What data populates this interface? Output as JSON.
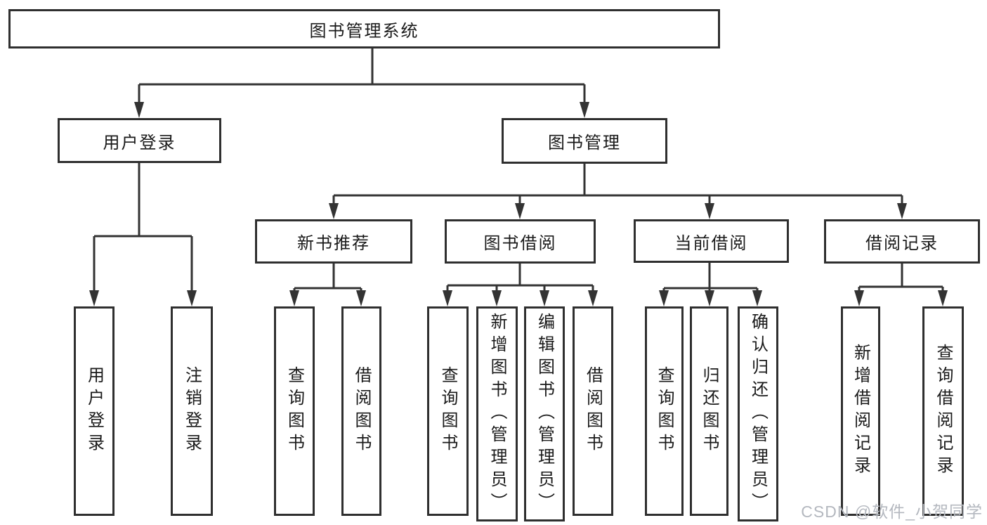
{
  "watermark": "CSDN @软件_小贺同学",
  "colors": {
    "line": "#333333",
    "box_border": "#2f2f2f",
    "text": "#1a1a1a",
    "watermark": "#b4b8bf",
    "background": "#ffffff"
  },
  "diagram": {
    "root": "图书管理系统",
    "level2": [
      {
        "id": "user-login",
        "label": "用户登录",
        "children": [
          "用户登录",
          "注销登录"
        ]
      },
      {
        "id": "book-management",
        "label": "图书管理",
        "level3": [
          {
            "id": "new-book-recommend",
            "label": "新书推荐",
            "children": [
              "查询图书",
              "借阅图书"
            ]
          },
          {
            "id": "book-borrowing",
            "label": "图书借阅",
            "children": [
              "查询图书",
              "新增图书（管理员）",
              "编辑图书（管理员）",
              "借阅图书"
            ]
          },
          {
            "id": "current-borrowing",
            "label": "当前借阅",
            "children": [
              "查询图书",
              "归还图书",
              "确认归还（管理员）"
            ]
          },
          {
            "id": "borrowing-records",
            "label": "借阅记录",
            "children": [
              "新增借阅记录",
              "查询借阅记录"
            ]
          }
        ]
      }
    ]
  }
}
